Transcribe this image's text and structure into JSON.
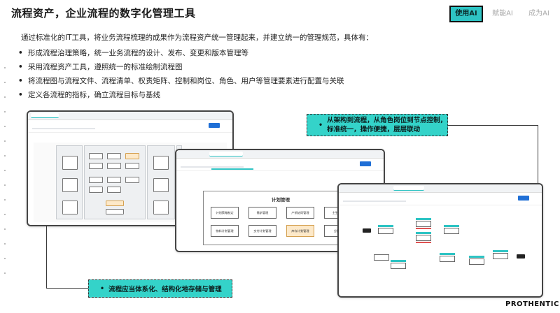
{
  "title": "流程资产，企业流程的数字化管理工具",
  "ai_tabs": [
    "使用AI",
    "赋能AI",
    "成为AI"
  ],
  "intro": "通过标准化的IT工具，将业务流程梳理的成果作为流程资产统一管理起来，并建立统一的管理规范，具体有：",
  "bullets": [
    "形成流程治理策略，统一业务流程的设计、发布、变更和版本管理等",
    "采用流程资产工具，遵照统一的标准绘制流程图",
    "将流程图与流程文件、流程清单、权责矩阵、控制和岗位、角色、用户等管理要素进行配置与关联",
    "定义各流程的指标，确立流程目标与基线"
  ],
  "bullet_symbol": "•",
  "screenshot_plan": {
    "title": "计划管理",
    "row1": [
      "计划策略制定",
      "需求管理",
      "产销协同管理",
      "主生产计"
    ],
    "row2": [
      "物料计划管理",
      "交付计划管理",
      "库存计划管理",
      "分配计"
    ]
  },
  "callouts": {
    "bottom": "流程应当体系化、结构化地存储与管理",
    "top": [
      "从架构到流程，从角色岗位到节点控制，",
      "标准统一，操作便捷，层层联动"
    ]
  },
  "brand": "PROTHENTIC",
  "colors": {
    "accent": "#2ec4c4",
    "callout": "#34d3c9",
    "button": "#1f6fd6"
  }
}
